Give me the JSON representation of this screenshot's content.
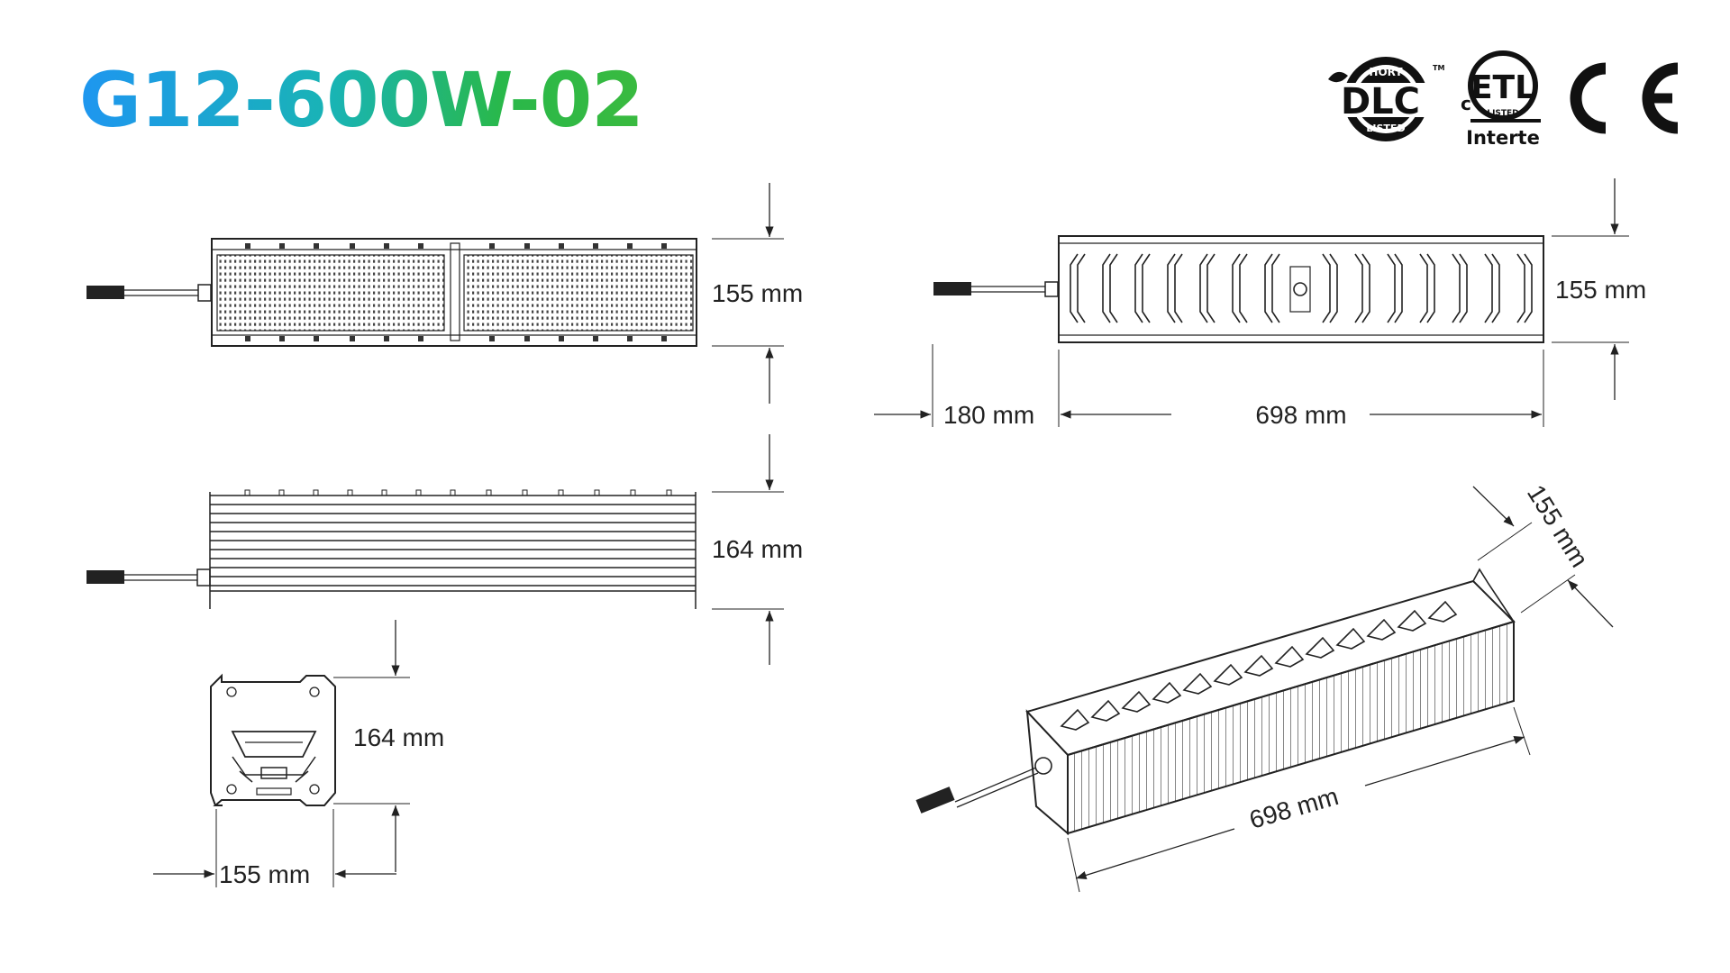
{
  "title": "G12-600W-02",
  "certifications": {
    "dlc": {
      "main": "DLC",
      "top": "HORT",
      "bottom": "LISTED",
      "tm": "TM",
      "icon": "dlc-hort-logo"
    },
    "etl": {
      "c": "c",
      "listed": "LISTED",
      "brand": "Interte",
      "icon": "etl-listed-logo"
    },
    "ce": {
      "text": "CE",
      "icon": "ce-mark"
    }
  },
  "views": {
    "top_view": {
      "height_dim": "155 mm"
    },
    "side_view": {
      "height_dim": "164 mm"
    },
    "end_view": {
      "height_dim": "164 mm",
      "width_dim": "155 mm"
    },
    "back_view": {
      "height_dim": "155 mm",
      "cable_dim": "180 mm",
      "length_dim": "698 mm"
    },
    "iso_view": {
      "width_dim": "155 mm",
      "length_dim": "698 mm"
    }
  },
  "colors": {
    "title_start": "#1e96f0",
    "title_end": "#3aba3f",
    "line": "#222222"
  }
}
